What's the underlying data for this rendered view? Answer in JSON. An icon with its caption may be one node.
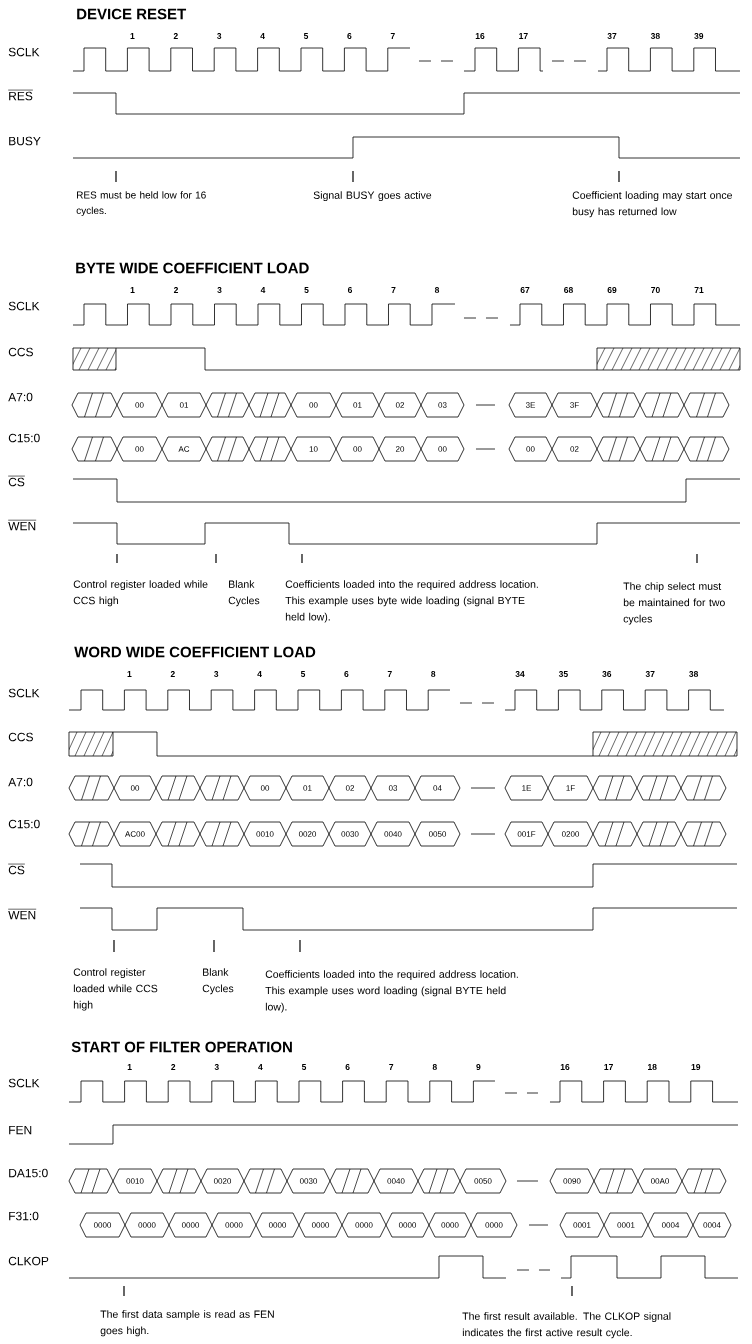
{
  "diagram": {
    "labels": [
      "DEVICE RESET",
      "1",
      "2",
      "3",
      "4",
      "5",
      "6",
      "7",
      "16",
      "17",
      "37",
      "38",
      "39",
      "SCLK",
      "RES",
      "BUSY",
      "RES must be held low for 16 cycles.",
      "Signal BUSY goes active",
      "Coefficient loading may start once busy has returned low",
      "BYTE WIDE COEFFICIENT LOAD",
      "1",
      "2",
      "3",
      "4",
      "5",
      "6",
      "7",
      "8",
      "67",
      "68",
      "69",
      "70",
      "71",
      "SCLK",
      "CCS",
      "A7:0",
      "00",
      "01",
      "00",
      "01",
      "02",
      "03",
      "3E",
      "3F",
      "C15:0",
      "00",
      "AC",
      "10",
      "00",
      "20",
      "00",
      "00",
      "02",
      "CS",
      "WEN",
      "Control register loaded while CCS high",
      "Blank Cycles",
      "Coefficients loaded into the required address location. This example uses byte wide loading (signal BYTE held low).",
      "The chip select must be maintained for two cycles",
      "WORD WIDE COEFFICIENT LOAD",
      "1",
      "2",
      "3",
      "4",
      "5",
      "6",
      "7",
      "8",
      "34",
      "35",
      "36",
      "37",
      "38",
      "SCLK",
      "CCS",
      "A7:0",
      "00",
      "00",
      "01",
      "02",
      "03",
      "04",
      "1E",
      "1F",
      "C15:0",
      "AC00",
      "0010",
      "0020",
      "0030",
      "0040",
      "0050",
      "001F",
      "0200",
      "CS",
      "WEN",
      "Control register loaded while CCS high",
      "Blank Cycles",
      "Coefficients loaded into the required address location. This example uses word loading (signal BYTE held low).",
      "START OF FILTER OPERATION",
      "1",
      "2",
      "3",
      "4",
      "5",
      "6",
      "7",
      "8",
      "9",
      "16",
      "17",
      "18",
      "19",
      "SCLK",
      "FEN",
      "DA15:0",
      "0010",
      "0020",
      "0030",
      "0040",
      "0050",
      "0090",
      "00A0",
      "F31:0",
      "0000",
      "0000",
      "0000",
      "0000",
      "0000",
      "0000",
      "0000",
      "0000",
      "0000",
      "0000",
      "0001",
      "0001",
      "0004",
      "0004",
      "CLKOP",
      "The first data sample is read as FEN goes high.",
      "The first result available. The CLKOP signal indicates the first active result cycle."
    ]
  }
}
